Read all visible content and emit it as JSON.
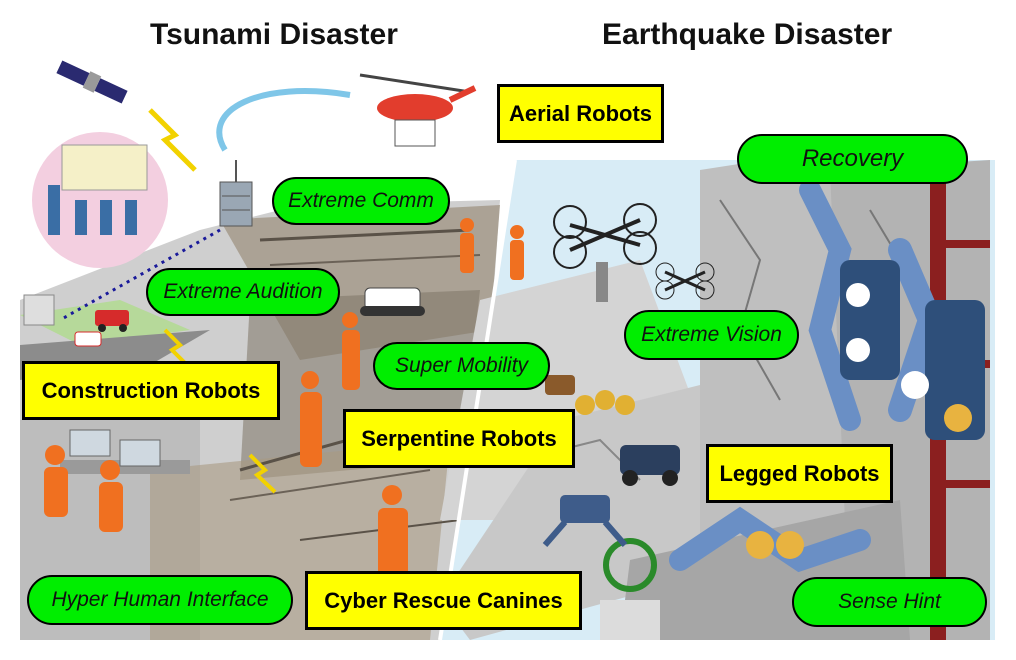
{
  "titles": {
    "left": "Tsunami Disaster",
    "right": "Earthquake Disaster"
  },
  "robot_categories": [
    {
      "id": "aerial",
      "label": "Aerial Robots"
    },
    {
      "id": "construction",
      "label": "Construction Robots"
    },
    {
      "id": "serpentine",
      "label": "Serpentine Robots"
    },
    {
      "id": "legged",
      "label": "Legged Robots"
    },
    {
      "id": "canines",
      "label": "Cyber Rescue Canines"
    }
  ],
  "technologies": [
    {
      "id": "recovery",
      "label": "Recovery"
    },
    {
      "id": "extreme-comm",
      "label": "Extreme Comm"
    },
    {
      "id": "extreme-audition",
      "label": "Extreme Audition"
    },
    {
      "id": "super-mobility",
      "label": "Super Mobility"
    },
    {
      "id": "extreme-vision",
      "label": "Extreme Vision"
    },
    {
      "id": "hyper-human-interface",
      "label": "Hyper Human Interface"
    },
    {
      "id": "sense-hint",
      "label": "Sense Hint"
    }
  ],
  "colors": {
    "robot_box": "#ffff00",
    "tech_pill": "#00ee00",
    "worker_suit": "#f07020",
    "sky": "#d8ecf6"
  },
  "icons": [
    "satellite-icon",
    "helicopter-icon",
    "drone-icon",
    "control-tower-icon",
    "ambulance-icon",
    "fire-truck-icon"
  ]
}
